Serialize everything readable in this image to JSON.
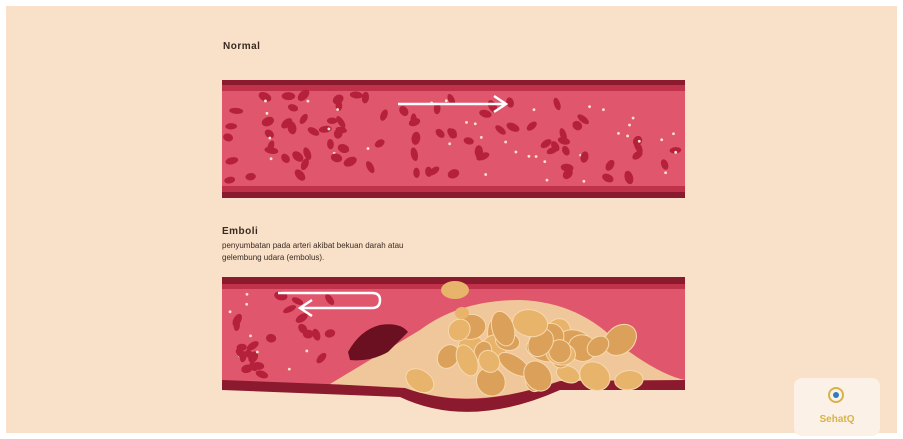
{
  "normal": {
    "title": "Normal"
  },
  "emboli": {
    "title": "Emboli",
    "description_line1": "penyumbatan pada arteri akibat bekuan darah atau",
    "description_line2": "gelembung udara (embolus)."
  },
  "logo": {
    "text": "SehatQ",
    "icon": "sehatq-logo-icon"
  },
  "colors": {
    "background": "#f8e1c8",
    "vessel_wall": "#8b1a2e",
    "vessel_inner": "#e0506a",
    "blood_cell": "#b5213b",
    "plaque": "#e8b36a",
    "clot": "#6b1020",
    "logo_accent": "#d8b24a"
  }
}
